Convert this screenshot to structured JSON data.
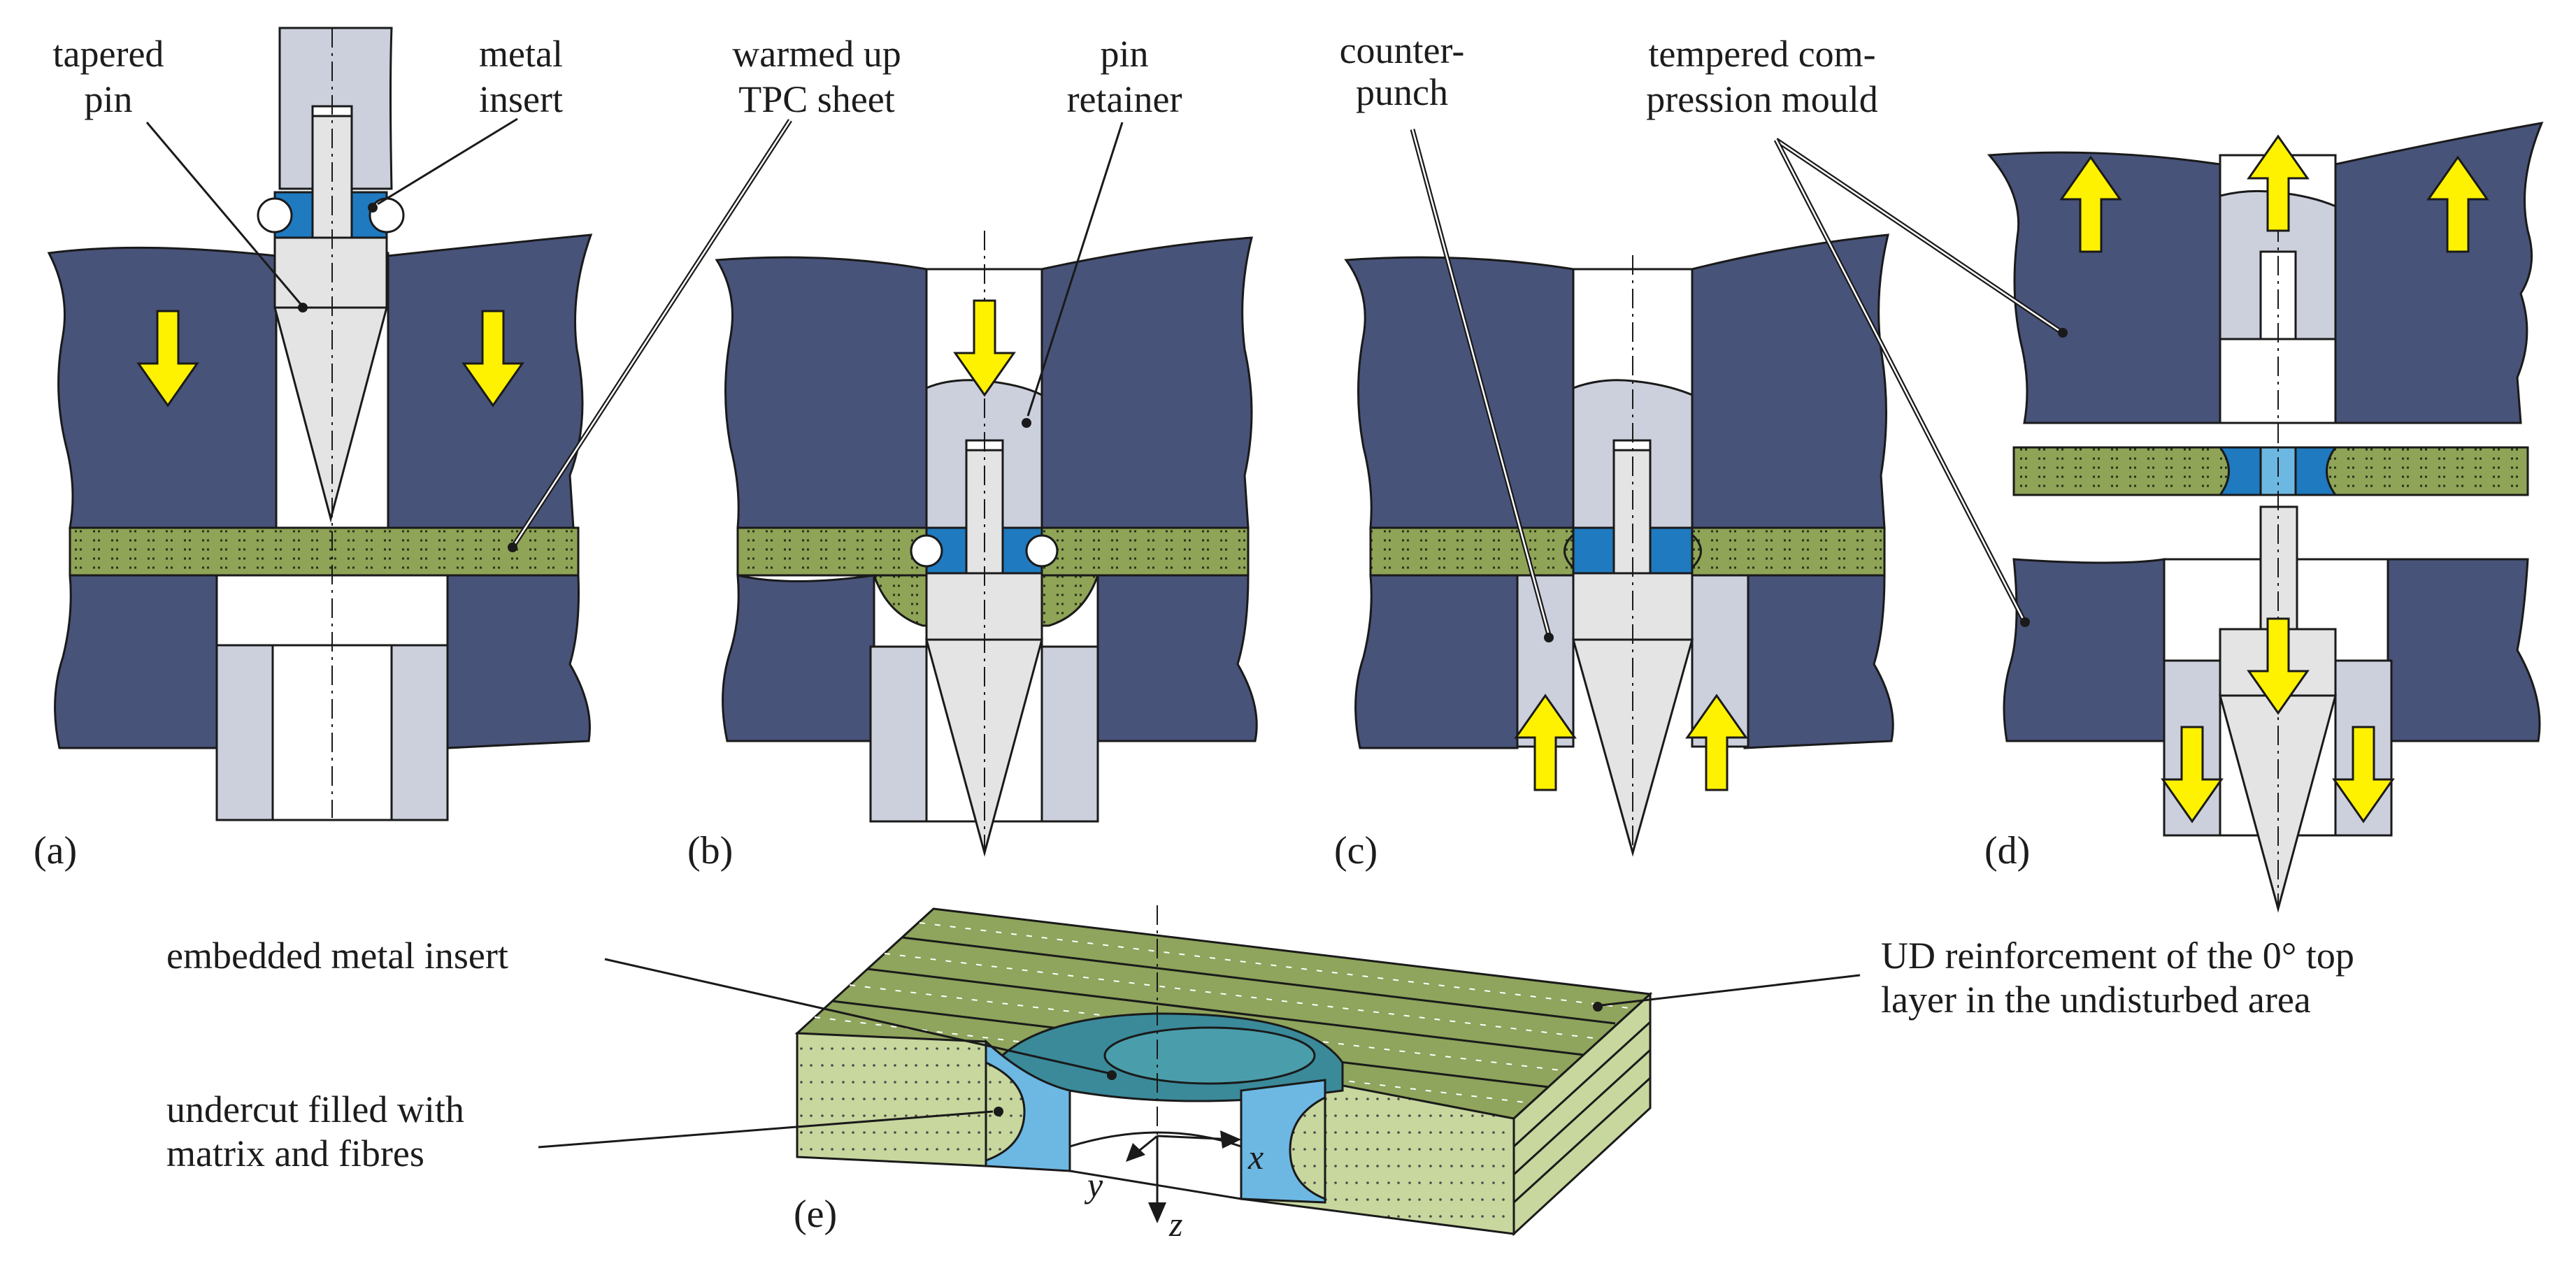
{
  "panels": [
    {
      "letter": "(a)",
      "labels": [
        "tapered",
        "pin",
        "metal",
        "insert",
        "warmed up",
        "TPC sheet"
      ]
    },
    {
      "letter": "(b)",
      "labels": [
        "pin",
        "retainer"
      ]
    },
    {
      "letter": "(c)",
      "labels": [
        "counter-",
        "punch",
        "tempered com-",
        "pression mould"
      ]
    },
    {
      "letter": "(d)",
      "labels": []
    },
    {
      "letter": "(e)",
      "labels": [
        "embedded metal insert",
        "undercut filled with",
        "matrix and fibres",
        "UD reinforcement of the 0° top",
        "layer in the undisturbed area"
      ]
    }
  ],
  "axes": {
    "x": "x",
    "y": "y",
    "z": "z"
  },
  "colors": {
    "mould": "#48537a",
    "steel": "#ccd0dd",
    "pin": "#e4e4e4",
    "sheet": "#8fa456",
    "insert": "#1f7ac0",
    "insert_light": "#6cb8e3",
    "arrow": "#fff200",
    "cutface": "#c7d79e",
    "topface": "#8fa45c",
    "outline": "#1a1a1a"
  }
}
